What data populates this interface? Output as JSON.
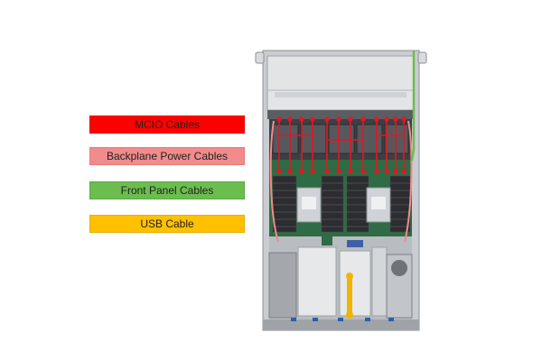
{
  "legend": [
    {
      "label": "MCIO Cables",
      "color": "#ff0000",
      "border": "#e60000"
    },
    {
      "label": "Backplane Power Cables",
      "color": "#f28b8b",
      "border": "#e67b7b"
    },
    {
      "label": "Front Panel Cables",
      "color": "#6cbd4f",
      "border": "#5aa843"
    },
    {
      "label": "USB Cable",
      "color": "#ffc000",
      "border": "#e6ad00"
    }
  ]
}
